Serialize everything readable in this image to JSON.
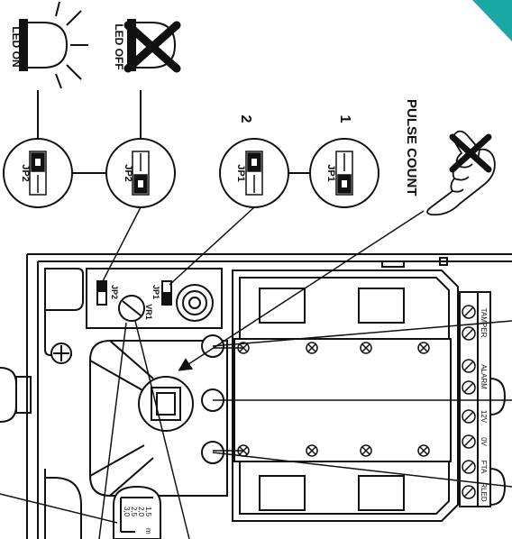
{
  "labels": {
    "led_on": "LED ON",
    "led_off": "LED OFF",
    "pulse_count": "PULSE COUNT",
    "option_1": "1",
    "option_2": "2",
    "jp1": "JP1",
    "jp2": "JP2",
    "board_jp1": "JP1",
    "board_jp2": "JP2",
    "vr1": "VR1"
  },
  "terminals": [
    "TAMPER",
    "ALARM",
    "12V",
    "0V",
    "FTA",
    "RLED"
  ],
  "range_scale": [
    "1,5",
    "2,0",
    "2,5",
    "3,0"
  ],
  "range_unit": "m",
  "colors": {
    "ink": "#111111",
    "corner_accent": "#1aa8a4"
  }
}
